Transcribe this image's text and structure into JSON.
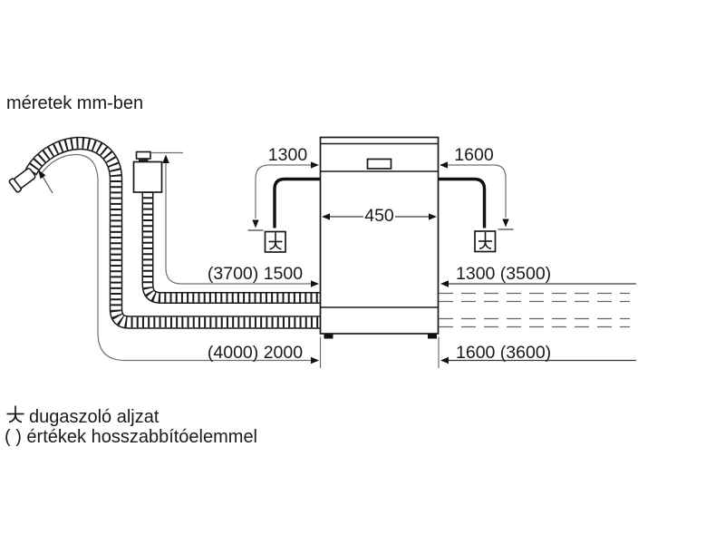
{
  "title": "méretek mm-ben",
  "dimensions": {
    "power_cord_left": "1300",
    "power_cord_right": "1600",
    "appliance_width": "450",
    "supply_hose_left": "(3700) 1500",
    "drain_hose_left": "(4000) 2000",
    "supply_hose_right": "1300 (3500)",
    "drain_hose_right": "1600 (3600)"
  },
  "legend": {
    "socket_label": "dugaszoló aljzat",
    "note": "( ) értékek hosszabbítóelemmel"
  },
  "icons": {
    "socket": "plug-socket-symbol"
  },
  "colors": {
    "ink": "#1a1a1a",
    "leader": "#6f6f6f",
    "background": "#ffffff"
  }
}
